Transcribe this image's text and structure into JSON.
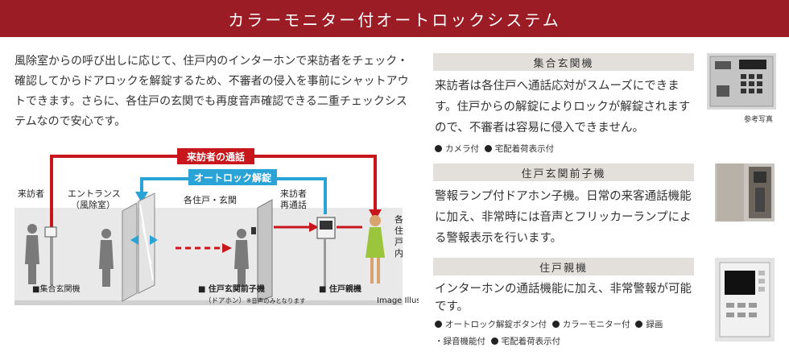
{
  "header": {
    "title": "カラーモニター付オートロックシステム"
  },
  "intro": {
    "text": "風除室からの呼び出しに応じて、住戸内のインターホンで来訪者をチェック・確認してからドアロックを解錠するため、不審者の侵入を事前にシャットアウトできます。さらに、各住戸の玄関でも再度音声確認できる二重チェックシステムなので安心です。"
  },
  "illustration": {
    "arrow_visitor_call": "来訪者の通話",
    "arrow_autolock": "オートロック解錠",
    "label_visitor": "来訪者",
    "label_entrance": "エントランス",
    "label_windroom": "（風除室）",
    "label_each_unit": "各住戸・玄関",
    "label_visitor_recall_1": "来訪者",
    "label_visitor_recall_2": "再通話",
    "label_resident_1": "各",
    "label_resident_2": "住",
    "label_resident_3": "戸",
    "label_resident_4": "内",
    "legend_lobby_unit": "■集合玄関機",
    "legend_door_unit": "■ 住戸玄関前子機",
    "legend_door_unit_sub": "（ドアホン）",
    "legend_door_unit_note": "※音声のみとなります",
    "legend_master_unit": "■ 住戸親機",
    "image_label": "Image Illust",
    "colors": {
      "red": "#c8161d",
      "blue": "#2aa3d6"
    }
  },
  "sections": [
    {
      "title": "集合玄関機",
      "body": "来訪者は各住戸へ通話応対がスムーズにできます。住戸からの解錠によりロックが解錠されますので、不審者は容易に侵入できません。",
      "features_line1": [
        "カメラ付",
        "宅配着荷表示付"
      ],
      "features_line2": [],
      "caption": "参考写真"
    },
    {
      "title": "住戸玄関前子機",
      "body": "警報ランプ付ドアホン子機。日常の来客通話機能に加え、非常時には音声とフリッカーランプによる警報表示を行います。",
      "features_line1": [],
      "features_line2": []
    },
    {
      "title": "住戸親機",
      "body": "インターホンの通話機能に加え、非常警報が可能です。",
      "features_line1": [
        "オートロック解錠ボタン付",
        "カラーモニター付",
        "録画"
      ],
      "features_line2": [
        "・録音機能付",
        "宅配着荷表示付"
      ]
    }
  ]
}
